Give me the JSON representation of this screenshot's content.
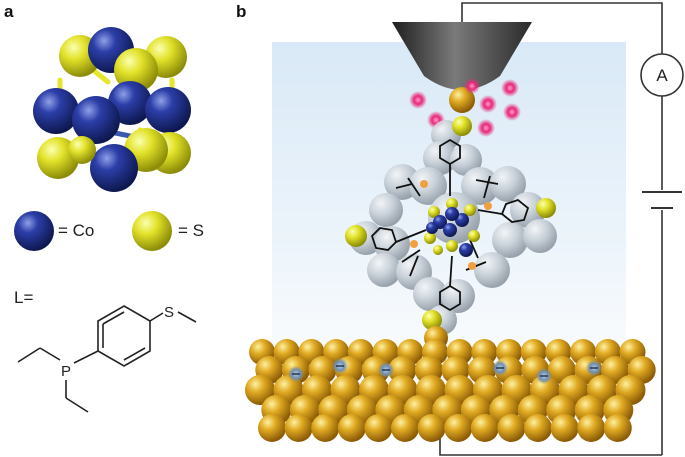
{
  "panels": {
    "a": "a",
    "b": "b"
  },
  "legend": {
    "co_label": "= Co",
    "s_label": "= S",
    "ligand_label": "L="
  },
  "structure_atoms": {
    "sulfur": "S",
    "phosphorus": "P"
  },
  "ammeter": {
    "symbol": "A"
  },
  "colors": {
    "cobalt": "#1f2f8f",
    "sulfur": "#e0e020",
    "gold": "#d4a21a",
    "tip": "#3a3a3a",
    "charge_plus": "#e8287a",
    "charge_minus": "#4a6fa0",
    "background_gradient_top": "#d8e8f6"
  }
}
